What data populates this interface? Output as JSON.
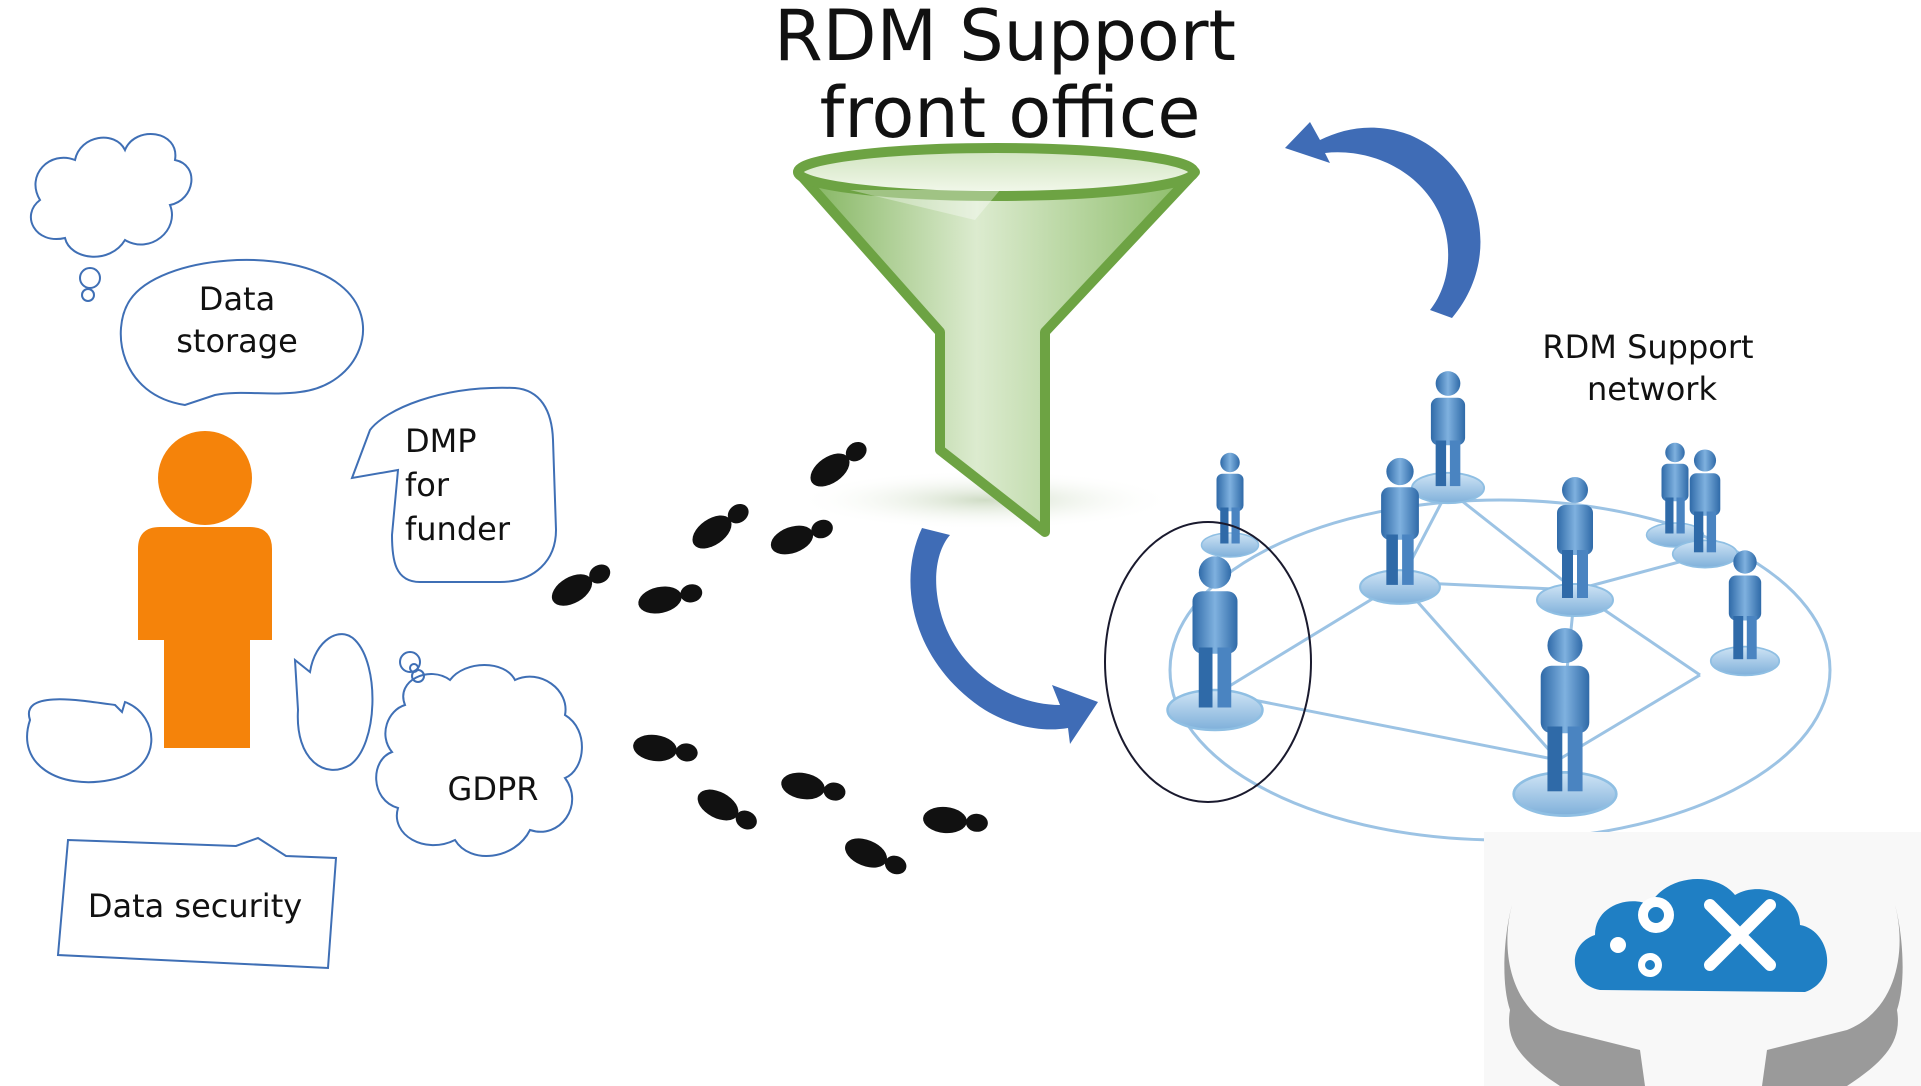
{
  "title": {
    "line1": "RDM Support",
    "line2": "front office"
  },
  "user_bubbles": {
    "data_storage": {
      "line1": "Data",
      "line2": "storage"
    },
    "dmp": {
      "line1": "DMP",
      "line2": "for",
      "line3": "funder"
    },
    "gdpr": "GDPR",
    "data_security": "Data security"
  },
  "network": {
    "line1": "RDM Support",
    "line2": "network"
  },
  "colors": {
    "user_figure": "#f5830a",
    "bubble_stroke": "#3f6fb5",
    "funnel": "#74a84c",
    "arrow": "#3f6cb6",
    "network_figure": "#4a84c1",
    "network_disc": "#a9cdea",
    "support_cloud": "#1f7fc4",
    "support_hands": "#9a9a9a",
    "footprints": "#111111"
  }
}
